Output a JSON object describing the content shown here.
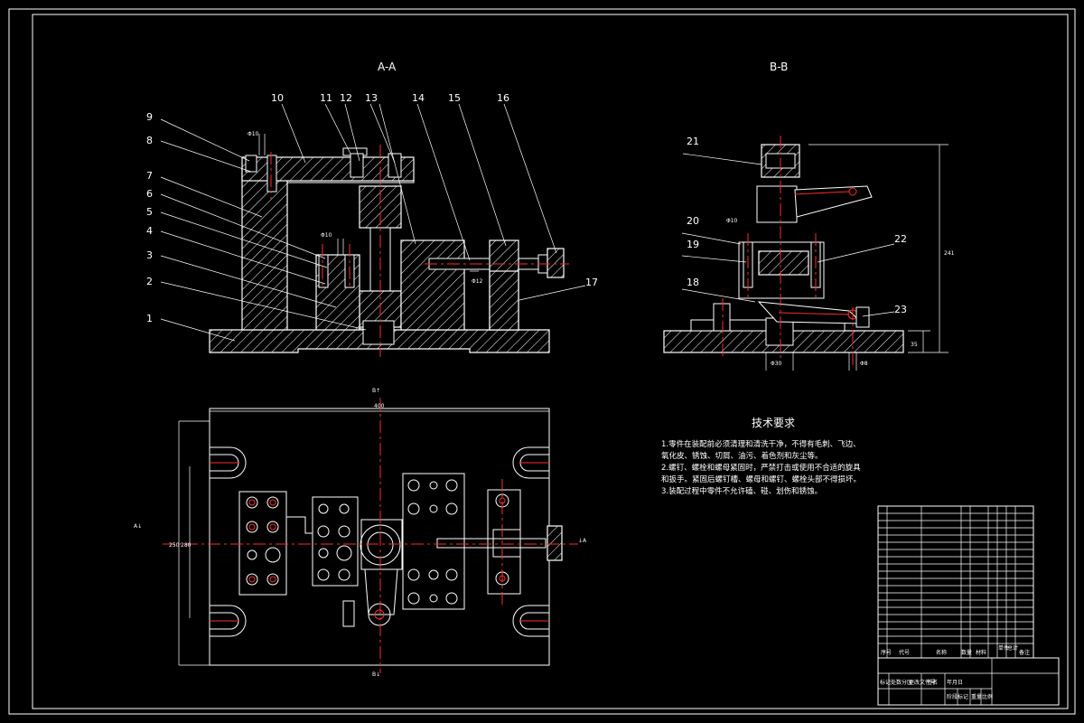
{
  "views": {
    "aa_title": "A-A",
    "bb_title": "B-B"
  },
  "part_labels": [
    "1",
    "2",
    "3",
    "4",
    "5",
    "6",
    "7",
    "8",
    "9",
    "10",
    "11",
    "12",
    "13",
    "14",
    "15",
    "16",
    "17",
    "18",
    "19",
    "20",
    "21",
    "22",
    "23"
  ],
  "dimensions": {
    "top_width": "400",
    "side_h1": "250",
    "side_h2": "280",
    "bb_height": "241",
    "bb_base": "35",
    "m10_a": "Φ10",
    "m10_b": "Φ10",
    "m10_c": "Φ10",
    "aa_side": "Φ12",
    "bb_bottom": "Φ30",
    "bb_small": "Φ8"
  },
  "section_marks": {
    "top": "B↑",
    "bottom": "B↓",
    "left": "A↓",
    "right": "↓A"
  },
  "tech_requirements": {
    "heading": "技术要求",
    "items": [
      "1.零件在装配前必须清理和清洗干净，不得有毛刺、飞边、",
      "氧化皮、锈蚀、切屑、油污、着色剂和灰尘等。",
      "2.螺钉、螺栓和螺母紧固时，严禁打击或使用不合适的旋具",
      "和扳手。紧固后螺钉槽、螺母和螺钉、螺栓头部不得损坏。",
      "3.装配过程中零件不允许磕、碰、划伤和锈蚀。"
    ]
  },
  "title_block": {
    "header": [
      "序号",
      "代号",
      "名称",
      "数量",
      "材料",
      "单件",
      "总计",
      "备注"
    ],
    "footer": [
      "标记",
      "处数",
      "分区",
      "更改文件号",
      "签名",
      "年月日",
      "阶段标记",
      "重量",
      "比例"
    ]
  }
}
